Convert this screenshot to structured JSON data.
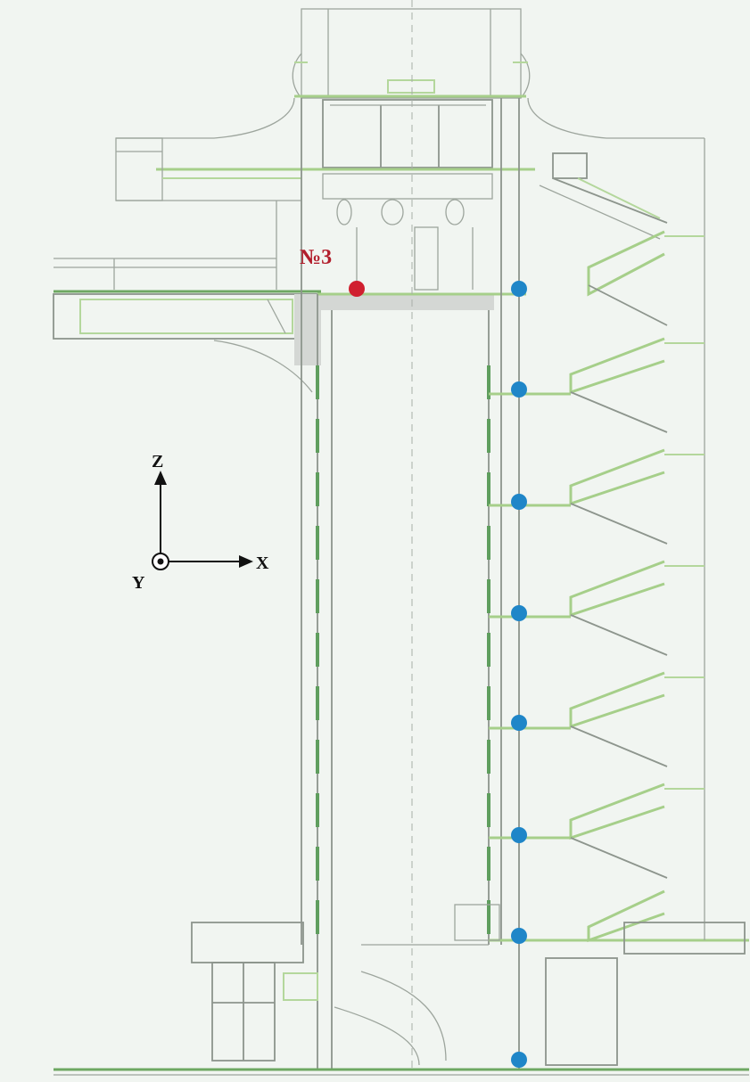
{
  "axes": {
    "z_label": "Z",
    "x_label": "X",
    "y_label": "Y"
  },
  "red_point": {
    "label": "№3",
    "color": "#d0202f"
  },
  "blue_points": {
    "color": "#1f86c8",
    "count": 8
  },
  "palette": {
    "background": "#f1f5f1",
    "line": "#9da59d",
    "green": "#a6cf8a"
  }
}
